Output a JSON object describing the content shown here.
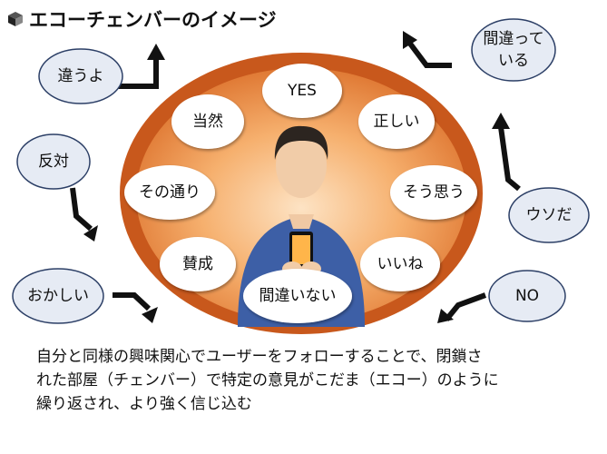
{
  "title": "エコーチェンバーのイメージ",
  "inner_bubbles": [
    {
      "id": "yes",
      "text": "YES"
    },
    {
      "id": "tadashii",
      "text": "正しい"
    },
    {
      "id": "sou-omou",
      "text": "そう思う"
    },
    {
      "id": "iine",
      "text": "いいね"
    },
    {
      "id": "machigainai",
      "text": "間違いない"
    },
    {
      "id": "sansei",
      "text": "賛成"
    },
    {
      "id": "sonotoori",
      "text": "その通り"
    },
    {
      "id": "touzen",
      "text": "当然"
    }
  ],
  "outer_bubbles": [
    {
      "id": "chigauyo",
      "text": "違うよ"
    },
    {
      "id": "hantai",
      "text": "反対"
    },
    {
      "id": "okashii",
      "text": "おかしい"
    },
    {
      "id": "machigatteiru",
      "lines": [
        "間違って",
        "いる"
      ]
    },
    {
      "id": "usoda",
      "text": "ウソだ"
    },
    {
      "id": "no",
      "text": "NO"
    }
  ],
  "caption": [
    "自分と同様の興味関心でユーザーをフォローすることで、閉鎖さ",
    "れた部屋（チェンバー）で特定の意見がこだま（エコー）のように",
    "繰り返され、より強く信じ込む"
  ],
  "colors": {
    "outer_ring": "#c8581c",
    "inner_glow": "#f2a05a",
    "arrow": "#111111",
    "outer_bubble_fill": "#e6ebf4",
    "outer_bubble_stroke": "#2c3f66"
  }
}
